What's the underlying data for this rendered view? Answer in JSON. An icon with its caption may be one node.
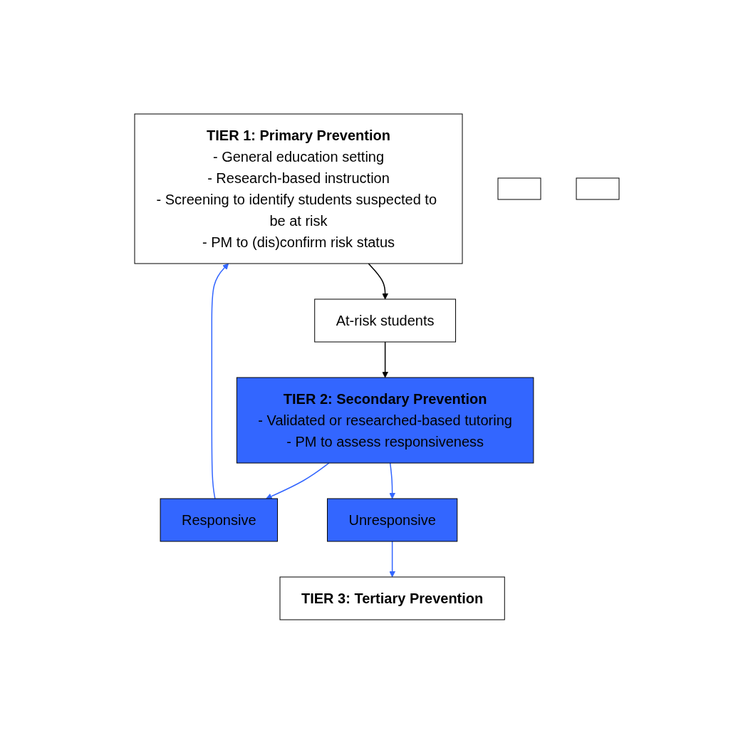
{
  "diagram": {
    "nodes": [
      {
        "text": [
          "TIER 1: Primary Prevention",
          "- General education setting",
          "- Research-based instruction",
          "- Screening to identify students suspected to be at risk",
          "- PM to (dis)confirm risk status"
        ]
      },
      {
        "text": [
          "At-risk students"
        ]
      },
      {
        "text": [
          "TIER 2: Secondary Prevention",
          "- Validated or researched-based tutoring",
          "- PM to assess responsiveness"
        ]
      },
      {
        "text": [
          "Responsive"
        ]
      },
      {
        "text": [
          "Unresponsive"
        ]
      },
      {
        "text": [
          "TIER 3: Tertiary Prevention"
        ]
      },
      {
        "text": [],
        "shape": "box"
      },
      {
        "text": [],
        "shape": "box"
      }
    ],
    "edges": [
      {
        "from": 0,
        "to": 1,
        "arrow": "to",
        "color": "#000000"
      },
      {
        "from": 1,
        "to": 2,
        "arrow": "to",
        "color": "#000000"
      },
      {
        "from": 2,
        "to": 3,
        "arrow": "to"
      },
      {
        "from": 2,
        "to": 4,
        "arrow": "to"
      },
      {
        "from": 3,
        "to": 0,
        "arrow": "to"
      },
      {
        "from": 4,
        "to": 5,
        "arrow": "to"
      }
    ]
  }
}
